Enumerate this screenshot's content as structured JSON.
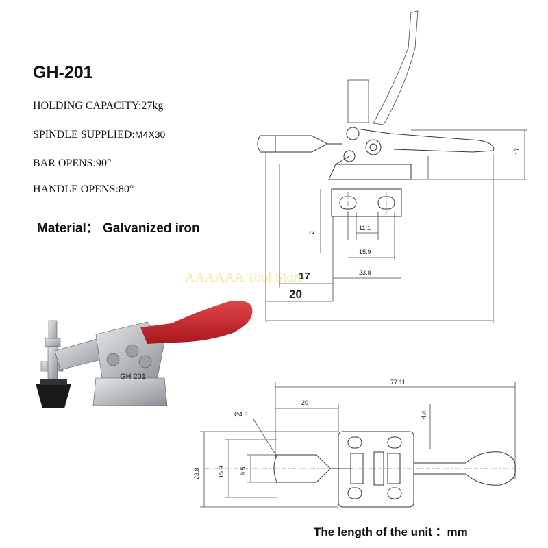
{
  "title": "GH-201",
  "specs": {
    "holding_capacity": "HOLDING CAPACITY:27kg",
    "spindle_label": "SPINDLE SUPPLIED:",
    "spindle_value": "M4X30",
    "bar_opens": "BAR OPENS:90°",
    "handle_opens": "HANDLE OPENS:80°"
  },
  "material": "Material： Galvanized iron",
  "watermark": "AAAAAA Tool Store",
  "unit_note": "The length of the unit ：mm",
  "dimensions": {
    "side": {
      "height": "17",
      "slot_gap": "2",
      "w1": "11.1",
      "w2": "15.9",
      "w3": "23.8",
      "d17": "17",
      "d20": "20"
    },
    "top": {
      "overall": "77.11",
      "left": "20",
      "offset": "4.4",
      "hole": "Ø4.3",
      "h1": "23.8",
      "h2": "15.9",
      "h3": "9.5"
    }
  },
  "photo": {
    "stamp": "GH 201",
    "handle_color": "#c8232b",
    "tip_color": "#1a1a1a",
    "metal_color": "#b9bdc1"
  }
}
